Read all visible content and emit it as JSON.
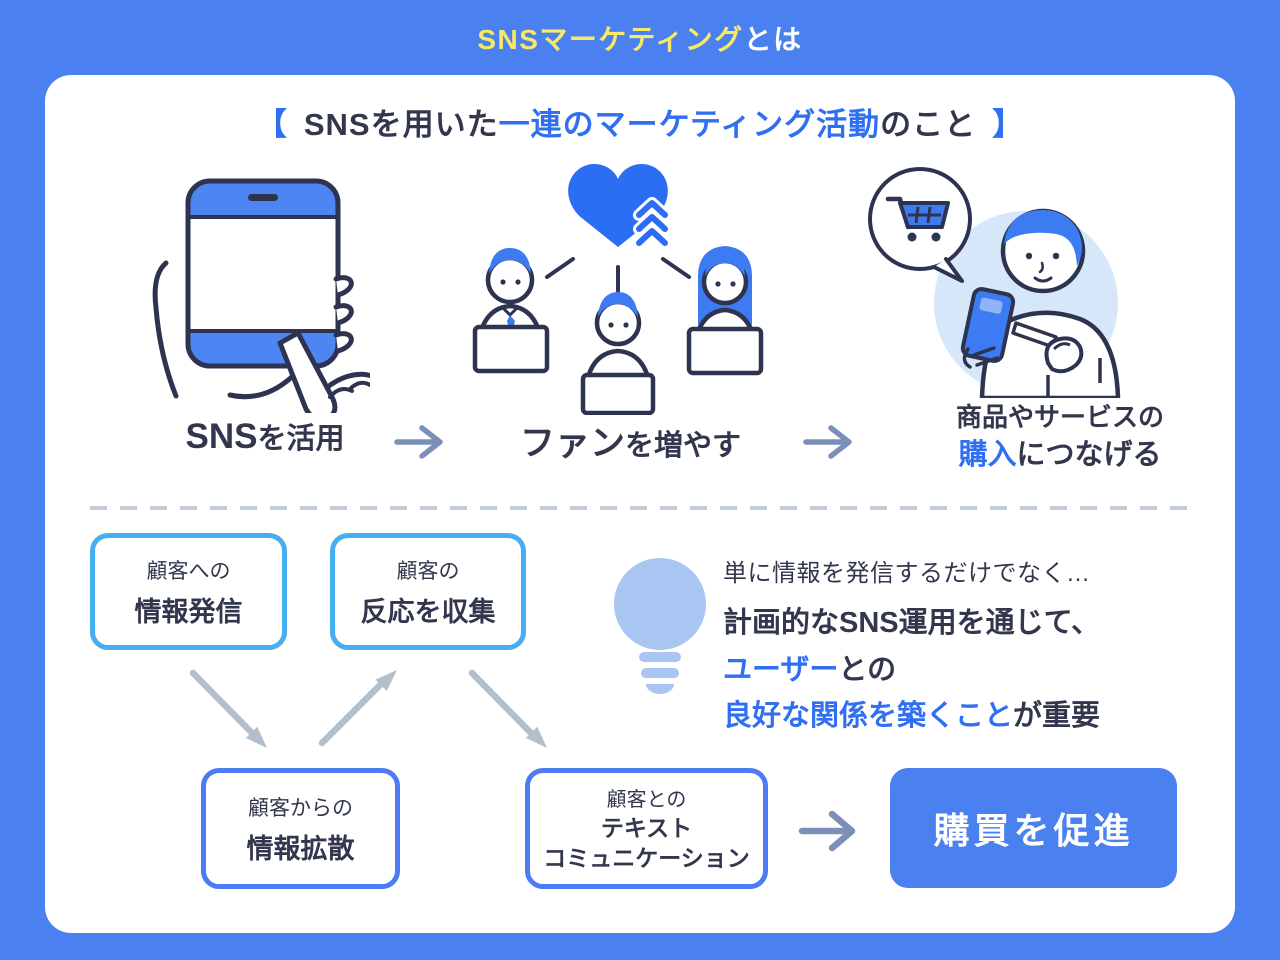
{
  "title": {
    "highlight": "SNSマーケティング",
    "suffix": "とは"
  },
  "definition": {
    "bracket_open": "【",
    "text_pre": "SNSを用いた",
    "text_highlight": "一連のマーケティング活動",
    "text_post": "のこと",
    "bracket_close": "】"
  },
  "steps": [
    {
      "label_strong": "SNS",
      "label_rest": "を活用",
      "illustration": "smartphone-with-pointing-hand"
    },
    {
      "label_strong": "ファン",
      "label_rest": "を増やす",
      "illustration": "three-users-with-laptops-and-heart"
    },
    {
      "line1": "商品やサービスの",
      "line2_highlight": "購入",
      "line2_rest": "につなげる",
      "illustration": "man-with-phone-and-cart-bubble"
    }
  ],
  "flow": {
    "boxes_top": [
      {
        "line1": "顧客への",
        "line2": "情報発信"
      },
      {
        "line1": "顧客の",
        "line2": "反応を収集"
      }
    ],
    "boxes_bottom": [
      {
        "line1": "顧客からの",
        "line2": "情報拡散"
      },
      {
        "line1": "顧客との",
        "line2": "テキスト",
        "line3": "コミュニケーション"
      }
    ],
    "cta": "購買を促進"
  },
  "insight": {
    "line1": "単に情報を発信するだけでなく…",
    "line2": "計画的なSNS運用を通じて、",
    "line3_highlight": "ユーザー",
    "line3_rest": "との",
    "line4_highlight": "良好な関係を築くこと",
    "line4_rest": "が重要"
  },
  "icons": {
    "lightbulb": "solid light-blue bulb silhouette",
    "arrow_right": "→",
    "arrow_diagonal": "gray diagonal arrow with triangle head",
    "heart": "blue heart with upward chevrons",
    "cart": "blue shopping cart inside speech bubble",
    "smartphone": "phone with blue top/bottom bands",
    "laptop": "outlined laptop"
  },
  "colors": {
    "background_blue": "#4B80F0",
    "accent_yellow": "#F8E86A",
    "text_navy": "#32374E",
    "accent_blue": "#2F6FF2",
    "illustration_blue": "#3D7BF2",
    "box_border_cyan": "#45AFF0",
    "box_border_blue": "#4B7BF5",
    "arrow_slate": "#7C8FB8",
    "arrow_gray": "#B3BFCA",
    "bulb_blue": "#A9C6F3",
    "bubble_bg_light": "#D7E7FA"
  }
}
